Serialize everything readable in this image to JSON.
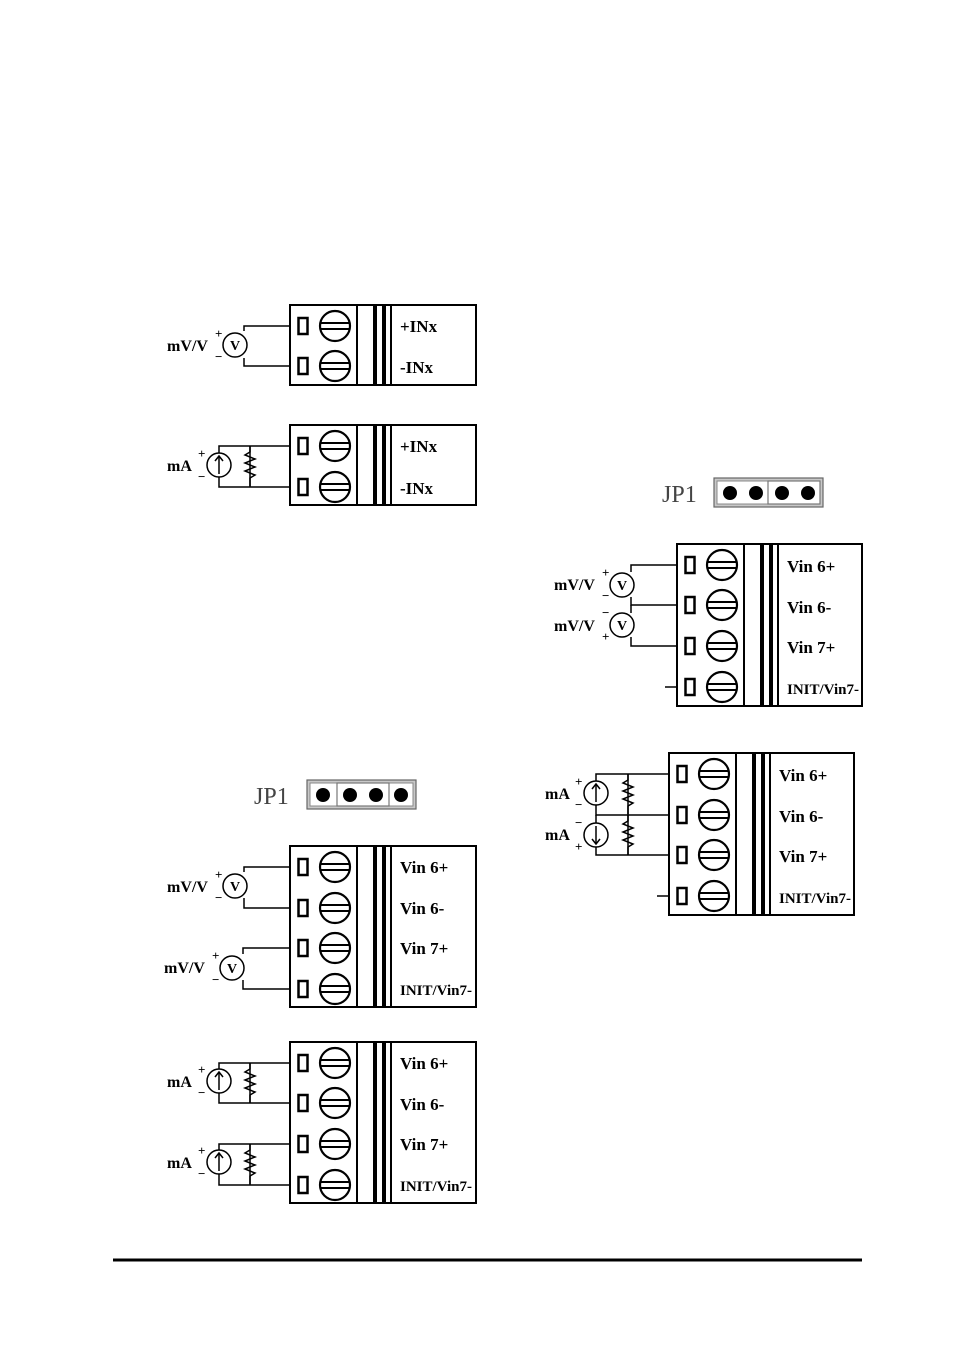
{
  "diagrams": {
    "diff_voltage": {
      "source": "mV/V",
      "terminals": [
        "+INx",
        "-INx"
      ]
    },
    "diff_current": {
      "source": "mA",
      "terminals": [
        "+INx",
        "-INx"
      ]
    },
    "jp1_left": {
      "label": "JP1"
    },
    "jp1_right": {
      "label": "JP1"
    },
    "se_voltage_left": {
      "sources": [
        "mV/V",
        "mV/V"
      ],
      "terminals": [
        "Vin 6+",
        "Vin 6-",
        "Vin 7+",
        "INIT/Vin7-"
      ]
    },
    "se_current_left": {
      "sources": [
        "mA",
        "mA"
      ],
      "terminals": [
        "Vin 6+",
        "Vin 6-",
        "Vin 7+",
        "INIT/Vin7-"
      ]
    },
    "se_voltage_right": {
      "sources": [
        "mV/V",
        "mV/V"
      ],
      "terminals": [
        "Vin 6+",
        "Vin 6-",
        "Vin 7+",
        "INIT/Vin7-"
      ]
    },
    "se_current_right": {
      "sources": [
        "mA",
        "mA"
      ],
      "terminals": [
        "Vin 6+",
        "Vin 6-",
        "Vin 7+",
        "INIT/Vin7-"
      ]
    }
  },
  "symbols": {
    "plus": "+",
    "minus": "−",
    "volt": "V"
  }
}
